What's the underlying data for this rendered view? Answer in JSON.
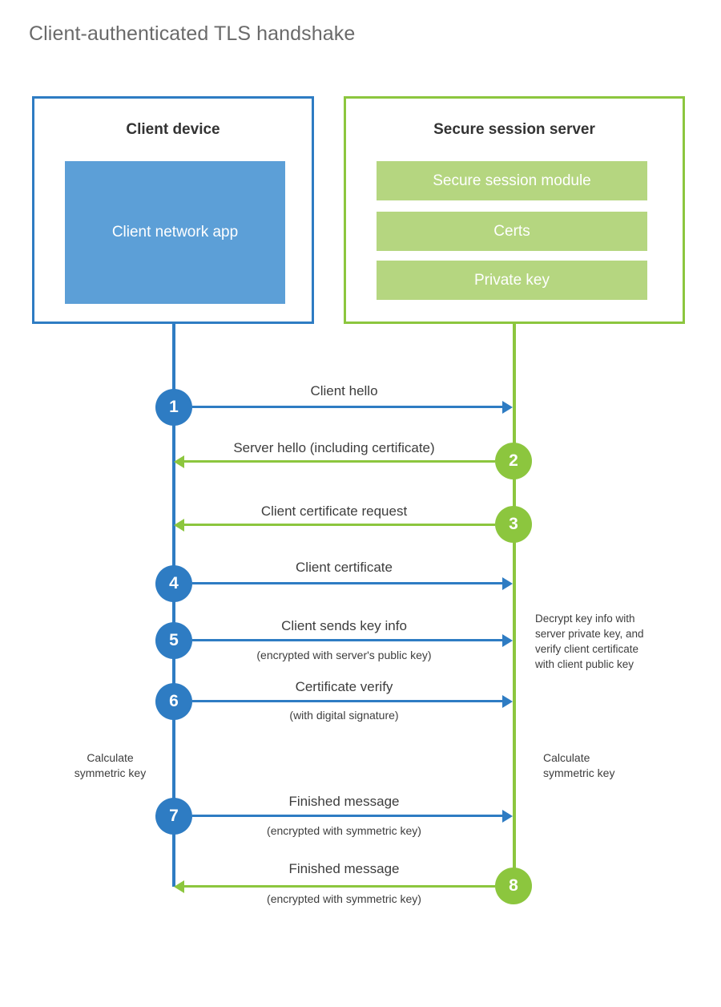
{
  "page": {
    "title": "Client-authenticated TLS handshake",
    "background": "#ffffff"
  },
  "colors": {
    "client_blue": "#2E7CC3",
    "client_app_fill": "#5C9FD7",
    "server_green": "#8CC63E",
    "server_bar_fill": "#B5D680",
    "text": "#3d3d3d",
    "title_text": "#6a6a6a"
  },
  "actors": {
    "client": {
      "title": "Client device",
      "block_label": "Client network app"
    },
    "server": {
      "title": "Secure session server",
      "bars": [
        {
          "label": "Secure session module"
        },
        {
          "label": "Certs"
        },
        {
          "label": "Private key"
        }
      ]
    }
  },
  "steps": [
    {
      "number": "1",
      "label": "Client hello",
      "sublabel": "",
      "direction": "client-to-server",
      "color": "#2E7CC3"
    },
    {
      "number": "2",
      "label": "Server hello (including certificate)",
      "sublabel": "",
      "direction": "server-to-client",
      "color": "#8CC63E"
    },
    {
      "number": "3",
      "label": "Client certificate request",
      "sublabel": "",
      "direction": "server-to-client",
      "color": "#8CC63E"
    },
    {
      "number": "4",
      "label": "Client certificate",
      "sublabel": "",
      "direction": "client-to-server",
      "color": "#2E7CC3"
    },
    {
      "number": "5",
      "label": "Client sends key info",
      "sublabel": "(encrypted with server's public key)",
      "direction": "client-to-server",
      "color": "#2E7CC3"
    },
    {
      "number": "6",
      "label": "Certificate verify",
      "sublabel": "(with digital signature)",
      "direction": "client-to-server",
      "color": "#2E7CC3"
    },
    {
      "number": "7",
      "label": "Finished message",
      "sublabel": "(encrypted with symmetric key)",
      "direction": "client-to-server",
      "color": "#2E7CC3"
    },
    {
      "number": "8",
      "label": "Finished message",
      "sublabel": "(encrypted with symmetric key)",
      "direction": "server-to-client",
      "color": "#8CC63E"
    }
  ],
  "notes": {
    "decrypt": {
      "lines": [
        "Decrypt key info with",
        "server private key, and",
        "verify client certificate",
        "with client public key"
      ]
    },
    "calculate_client": {
      "lines": [
        "Calculate",
        "symmetric key"
      ]
    },
    "calculate_server": {
      "lines": [
        "Calculate",
        "symmetric key"
      ]
    }
  }
}
